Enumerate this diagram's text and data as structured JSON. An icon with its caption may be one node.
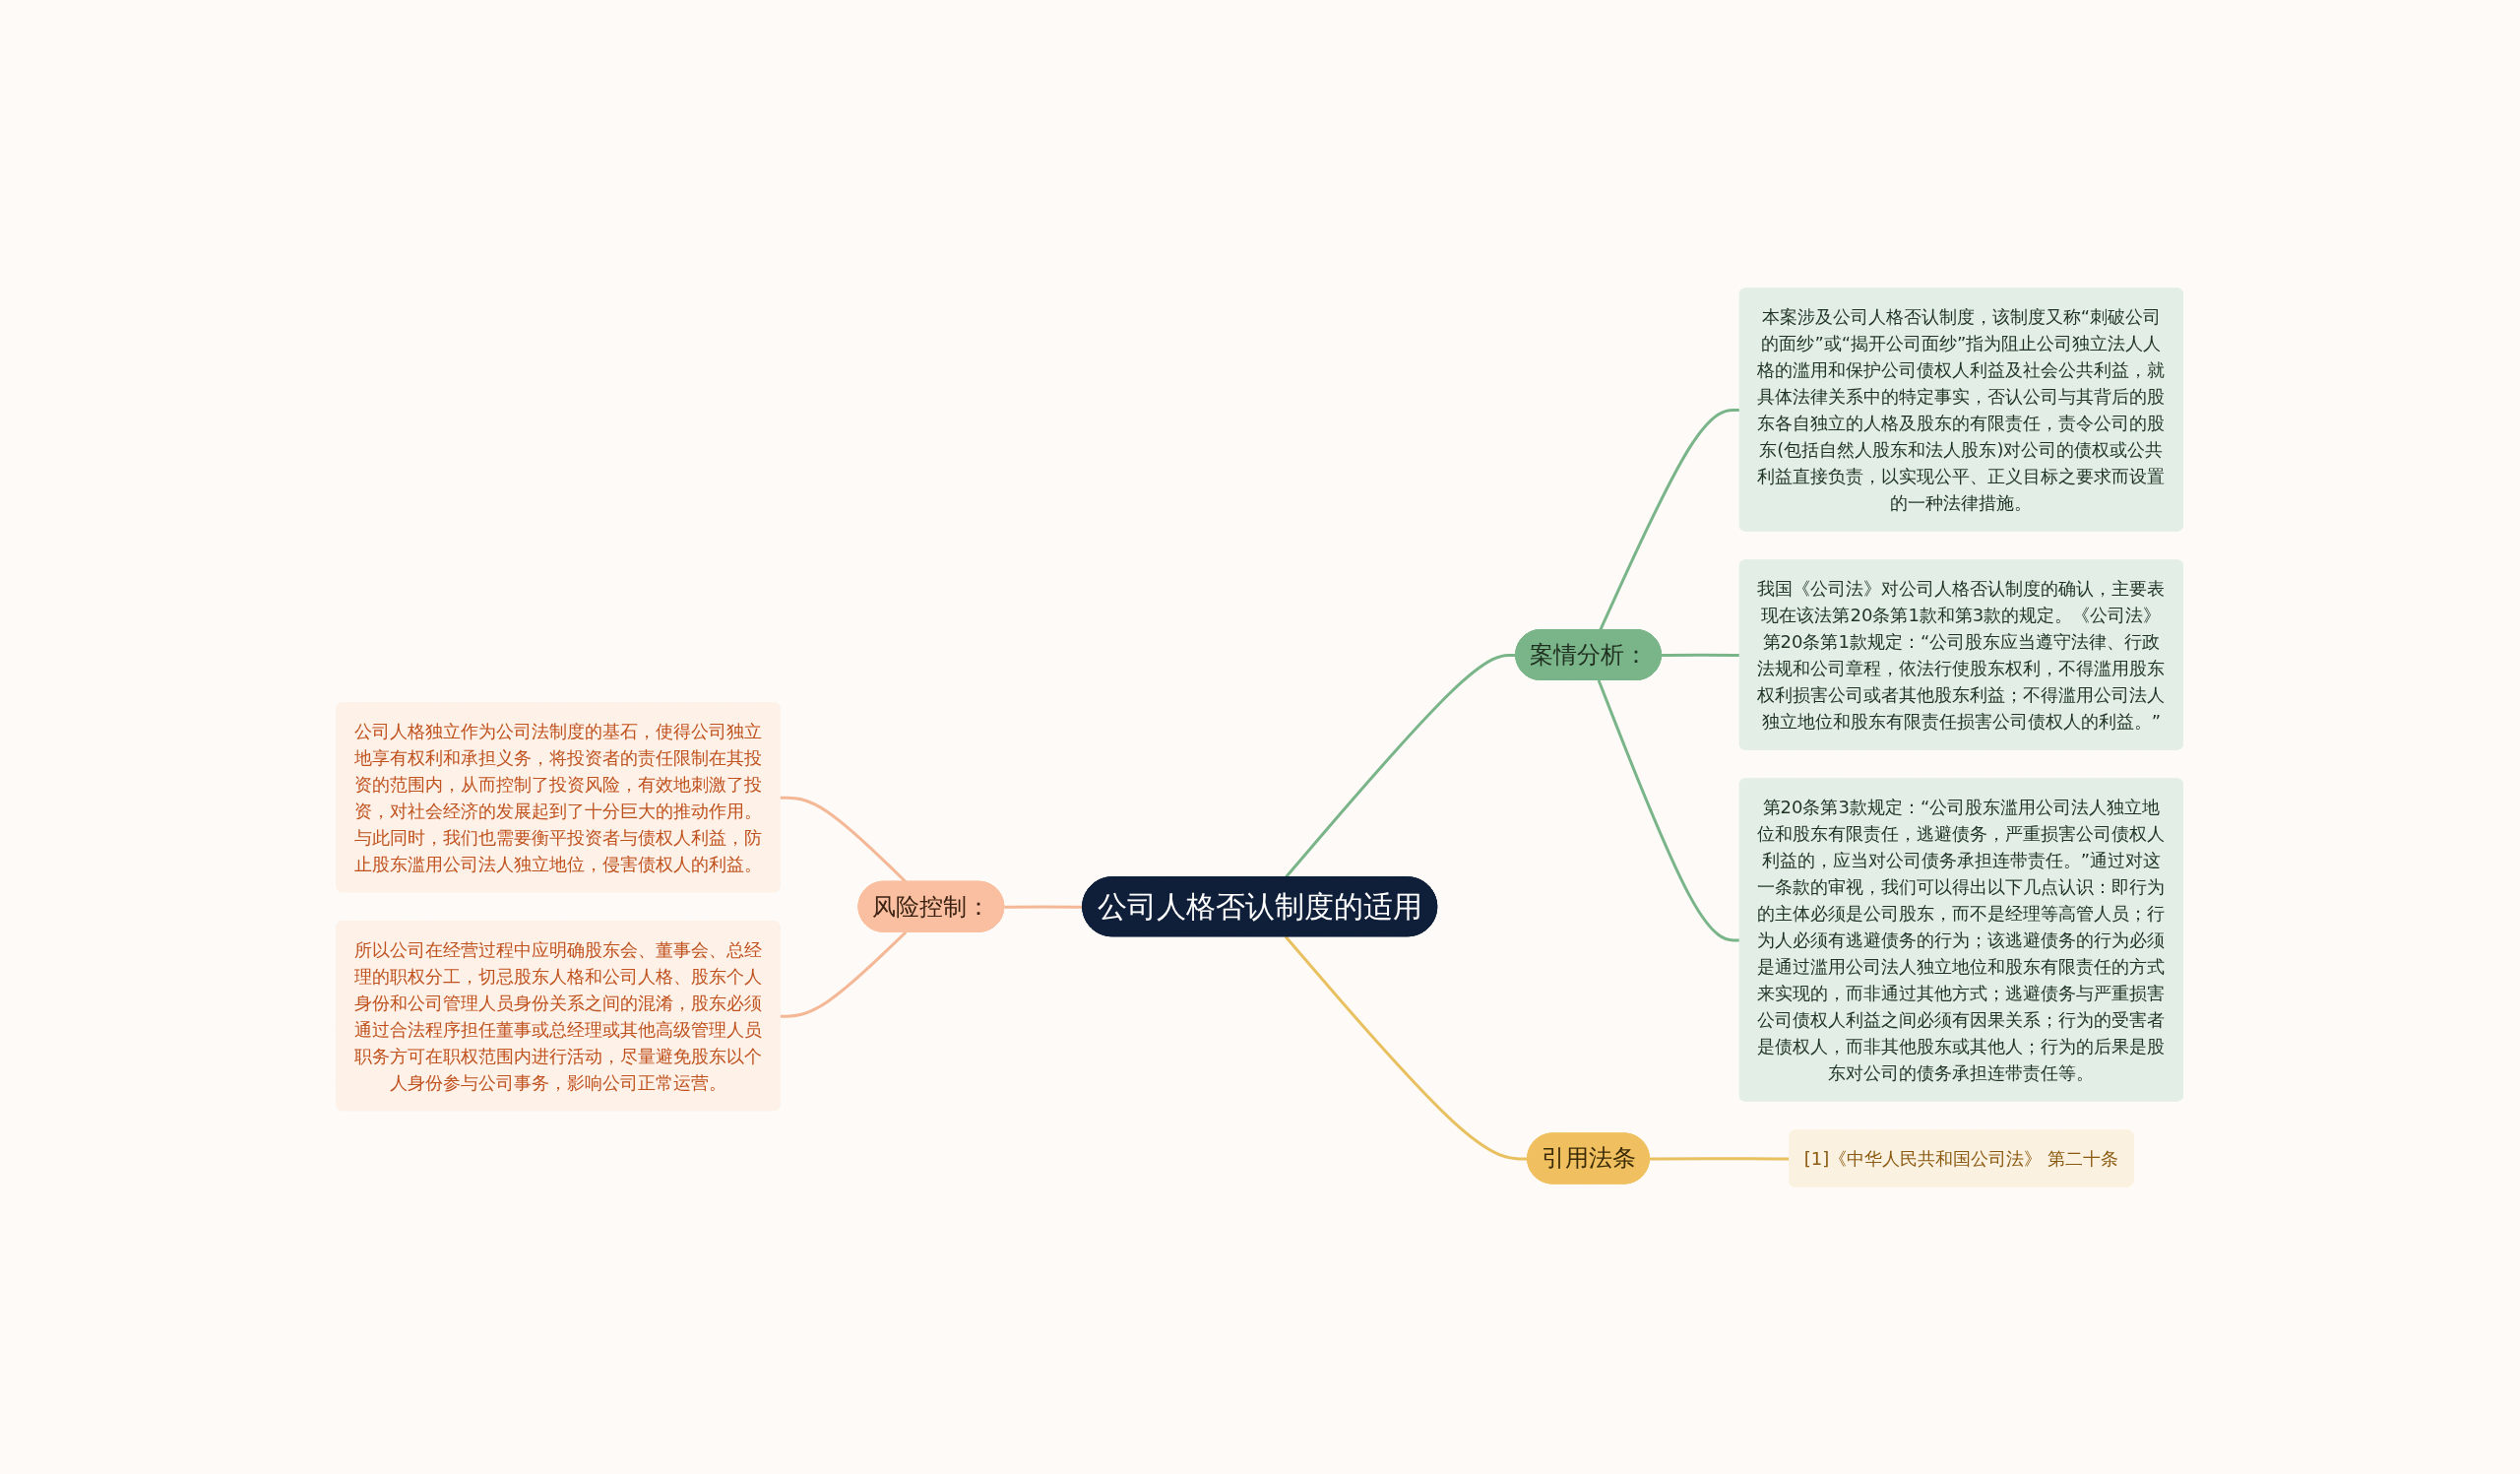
{
  "diagram": {
    "nodes": [
      {
        "text": [
          "公司人格否认制度的适用"
        ]
      },
      {
        "text": [
          "案情分析："
        ]
      },
      {
        "text": [
          "本案涉及公司人格否认制度，该制度又称“刺破公司的面纱”或“揭开公司面纱”指为阻止公司独立法人人格的滥用和保护公司债权人利益及社会公共利益，就具体法律关系中的特定事实，否认公司与其背后的股东各自独立的人格及股东的有限责任，责令公司的股东(包括自然人股东和法人股东)对公司的债权或公共利益直接负责，以实现公平、正义目标之要求而设置的一种法律措施。"
        ]
      },
      {
        "text": [
          "我国《公司法》对公司人格否认制度的确认，主要表现在该法第20条第1款和第3款的规定。《公司法》第20条第1款规定：“公司股东应当遵守法律、行政法规和公司章程，依法行使股东权利，不得滥用股东权利损害公司或者其他股东利益；不得滥用公司法人独立地位和股东有限责任损害公司债权人的利益。”"
        ]
      },
      {
        "text": [
          "第20条第3款规定：“公司股东滥用公司法人独立地位和股东有限责任，逃避债务，严重损害公司债权人利益的，应当对公司债务承担连带责任。”通过对这一条款的审视，我们可以得出以下几点认识：即行为的主体必须是公司股东，而不是经理等高管人员；行为人必须有逃避债务的行为；该逃避债务的行为必须是通过滥用公司法人独立地位和股东有限责任的方式来实现的，而非通过其他方式；逃避债务与严重损害公司债权人利益之间必须有因果关系；行为的受害者是债权人，而非其他股东或其他人；行为的后果是股东对公司的债务承担连带责任等。"
        ]
      },
      {
        "text": [
          "风险控制："
        ]
      },
      {
        "text": [
          "公司人格独立作为公司法制度的基石，使得公司独立地享有权利和承担义务，将投资者的责任限制在其投资的范围内，从而控制了投资风险，有效地刺激了投资，对社会经济的发展起到了十分巨大的推动作用。与此同时，我们也需要衡平投资者与债权人利益，防止股东滥用公司法人独立地位，侵害债权人的利益。"
        ]
      },
      {
        "text": [
          "所以公司在经营过程中应明确股东会、董事会、总经理的职权分工，切忌股东人格和公司人格、股东个人身份和公司管理人员身份关系之间的混淆，股东必须通过合法程序担任董事或总经理或其他高级管理人员职务方可在职权范围内进行活动，尽量避免股东以个人身份参与公司事务，影响公司正常运营。"
        ]
      },
      {
        "text": [
          "引用法条"
        ]
      },
      {
        "text": [
          "[1]《中华人民共和国公司法》 第二十条"
        ]
      }
    ],
    "edges": [
      {
        "from": 0,
        "to": 1,
        "arrow": "none"
      },
      {
        "from": 1,
        "to": 2,
        "arrow": "none"
      },
      {
        "from": 1,
        "to": 3,
        "arrow": "none"
      },
      {
        "from": 1,
        "to": 4,
        "arrow": "none"
      },
      {
        "from": 0,
        "to": 5,
        "arrow": "none",
        "color": "#f5b896"
      },
      {
        "from": 5,
        "to": 6,
        "arrow": "none",
        "color": "#f5b896"
      },
      {
        "from": 5,
        "to": 7,
        "arrow": "none",
        "color": "#f5b896"
      },
      {
        "from": 0,
        "to": 8,
        "arrow": "none",
        "color": "#e8c060"
      },
      {
        "from": 8,
        "to": 9,
        "arrow": "none",
        "color": "#e8c060"
      }
    ]
  }
}
